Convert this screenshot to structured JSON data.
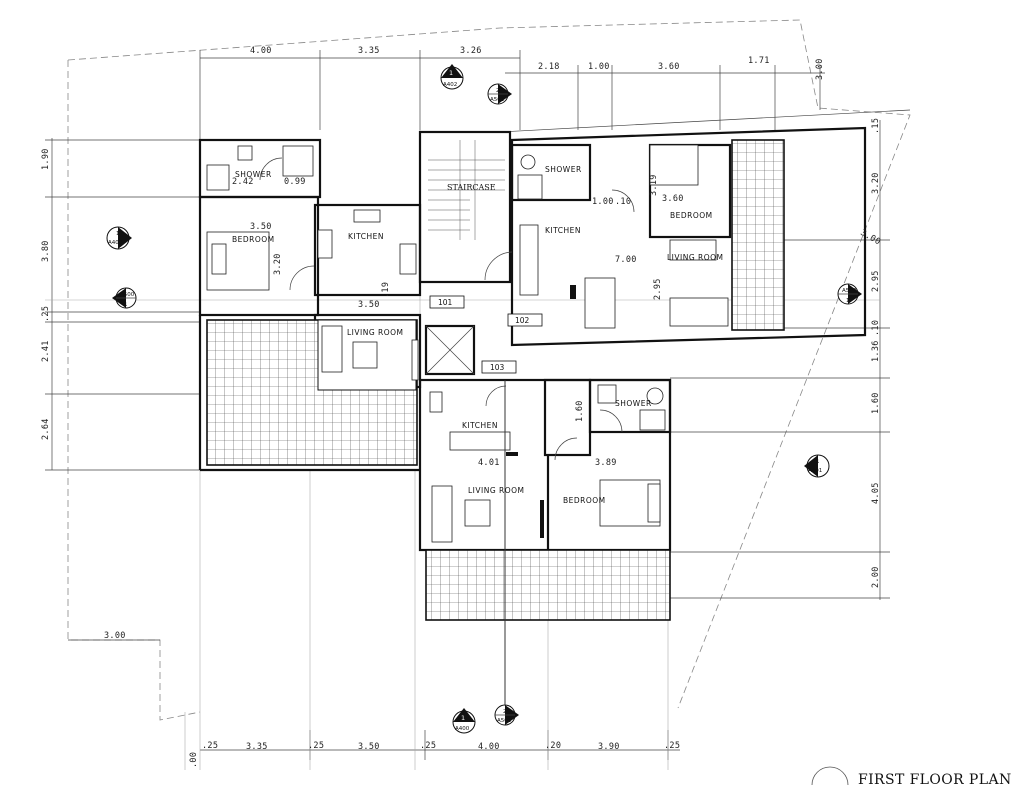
{
  "drawing": {
    "title": "FIRST FLOOR PLAN"
  },
  "dimensions": {
    "top": [
      "4.00",
      "3.35",
      "3.26"
    ],
    "top_right": [
      "2.18",
      "1.00",
      "3.60",
      "1.71"
    ],
    "bottom": [
      "3.35",
      "3.50",
      "4.00",
      "3.90"
    ],
    "bottom_small": [
      ".25",
      ".25",
      ".25",
      ".20",
      ".25"
    ],
    "left": [
      "1.90",
      "3.80",
      ".25",
      "2.41",
      "2.64"
    ],
    "right": [
      "3.20",
      "2.95",
      "1.36",
      "1.60",
      "4.05",
      "2.00"
    ],
    "right_top": [
      "3.00",
      ".15",
      ".10"
    ],
    "offset_left": "3.00",
    "offset_bottom_left": ".00",
    "top_right_offset": "3.00"
  },
  "interior_dims": {
    "a_shower": "2.42",
    "a_door": "0.99",
    "a_bed_w": "3.50",
    "a_bed_h": "3.20",
    "a_liv_w": "3.50",
    "a_small": ".19",
    "b_door": "1.00",
    "b_door2": ".10",
    "b_bed_w": "3.60",
    "b_bed_h": "3.19",
    "b_liv_w": "7.00",
    "b_liv_h": "2.95",
    "c_shower": "1.60",
    "c_kit_w": "4.01",
    "c_bed_w": "3.89"
  },
  "rooms": {
    "a_shower": "SHOWER",
    "a_bedroom": "BEDROOM",
    "a_kitchen": "KITCHEN",
    "a_living": "LIVING ROOM",
    "staircase": "STAIRCASE",
    "b_shower": "SHOWER",
    "b_kitchen": "KITCHEN",
    "b_bedroom": "BEDROOM",
    "b_living": "LIVING ROOM",
    "c_kitchen": "KITCHEN",
    "c_shower": "SHOWER",
    "c_living": "LIVING ROOM",
    "c_bedroom": "BEDROOM"
  },
  "units": [
    "101",
    "102",
    "103"
  ],
  "section_marks": [
    {
      "num": "1",
      "ref": "A402"
    },
    {
      "num": "1",
      "ref": "A403"
    },
    {
      "num": "1",
      "ref": "A401"
    },
    {
      "num": "1",
      "ref": "A400"
    }
  ],
  "detail_marks": [
    {
      "num": "2",
      "ref": "A501"
    },
    {
      "num": "1",
      "ref": "A500"
    },
    {
      "num": "1",
      "ref": "A500"
    },
    {
      "num": "2",
      "ref": "A501"
    }
  ]
}
